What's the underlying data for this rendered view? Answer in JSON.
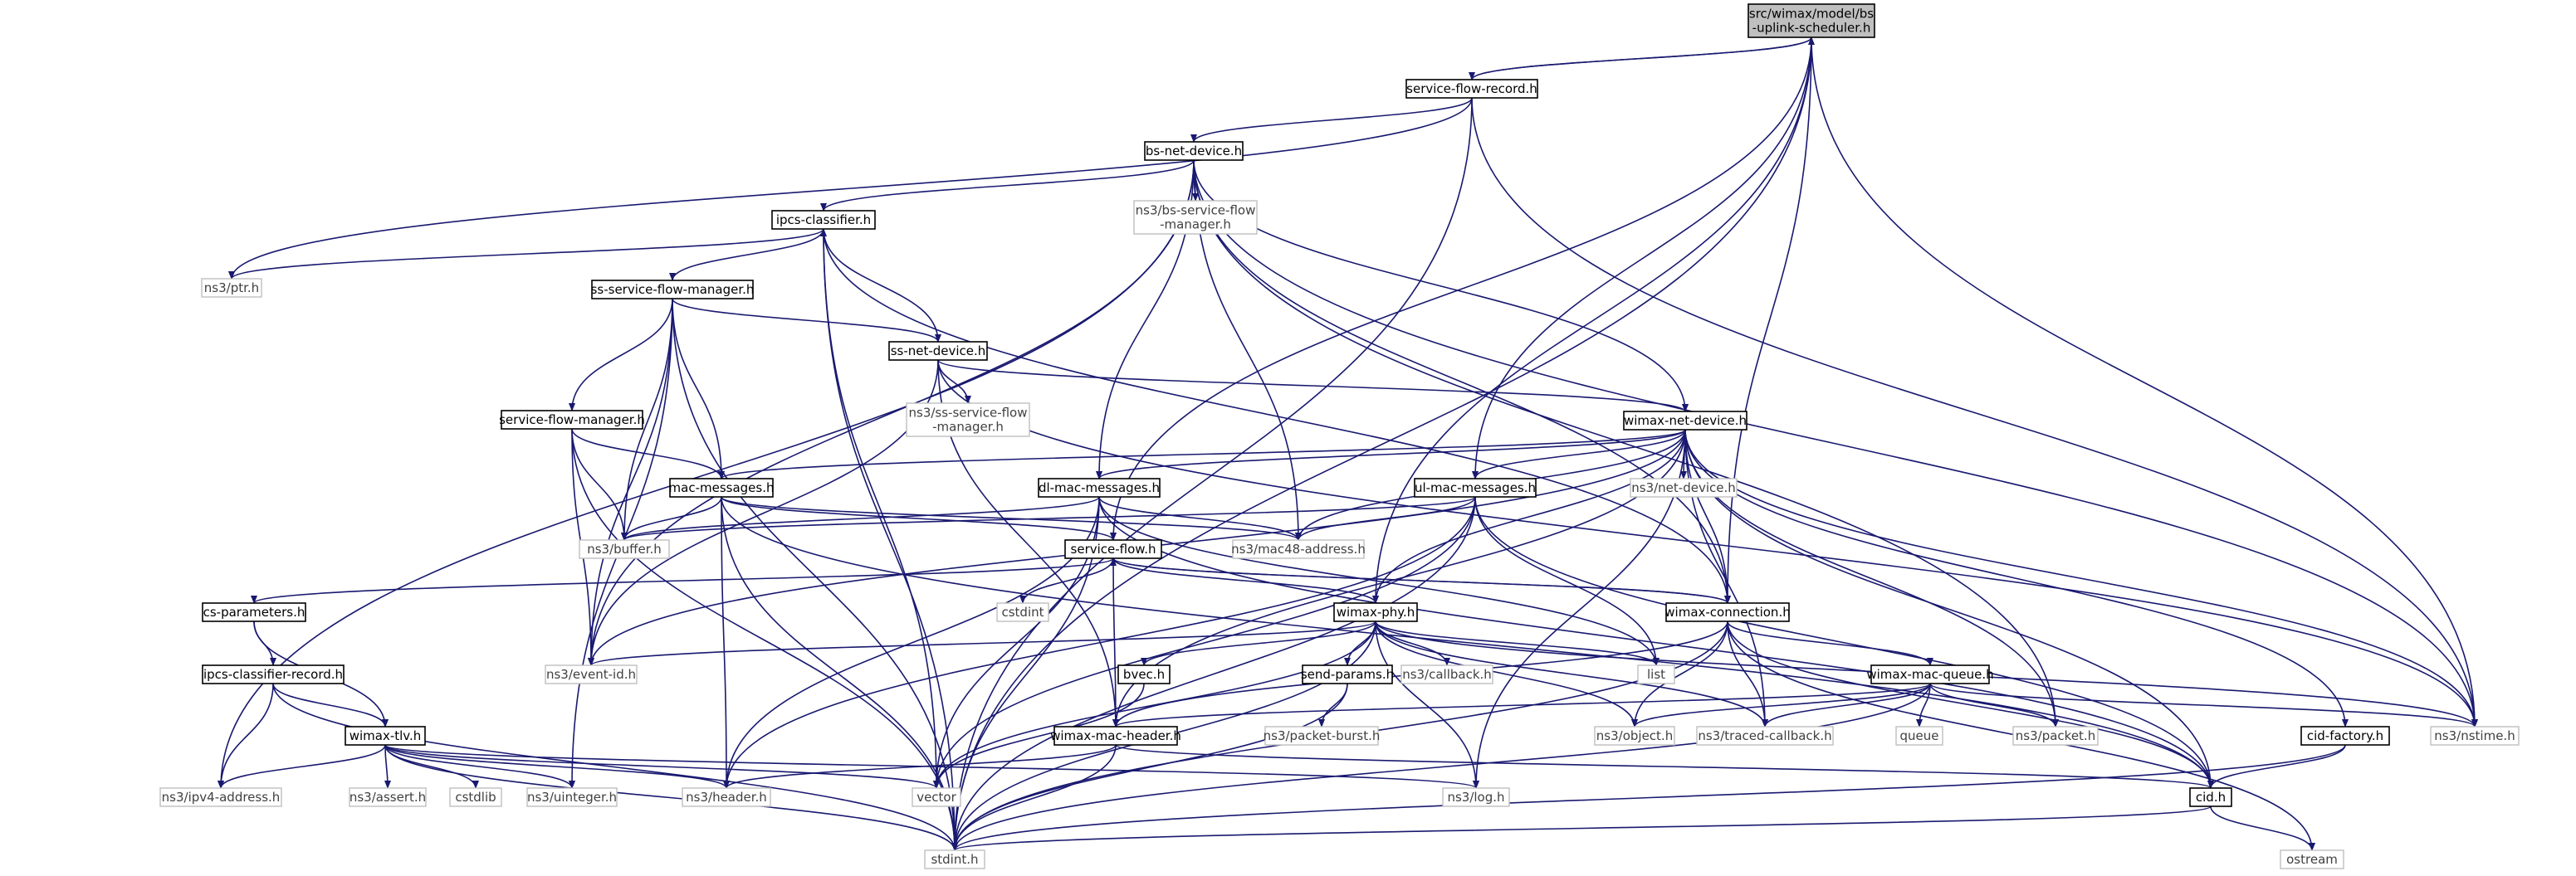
{
  "graph": {
    "nodes": [
      {
        "id": "root",
        "lines": [
          "src/wimax/model/bs",
          "-uplink-scheduler.h"
        ],
        "kind": "root"
      },
      {
        "id": "sfrec",
        "lines": [
          "service-flow-record.h"
        ],
        "kind": "internal"
      },
      {
        "id": "bsnet",
        "lines": [
          "bs-net-device.h"
        ],
        "kind": "internal"
      },
      {
        "id": "bssfm",
        "lines": [
          "ns3/bs-service-flow",
          "-manager.h"
        ],
        "kind": "external"
      },
      {
        "id": "ipcs",
        "lines": [
          "ipcs-classifier.h"
        ],
        "kind": "internal"
      },
      {
        "id": "ptr",
        "lines": [
          "ns3/ptr.h"
        ],
        "kind": "external"
      },
      {
        "id": "sssfm",
        "lines": [
          "ss-service-flow-manager.h"
        ],
        "kind": "internal"
      },
      {
        "id": "ssnet",
        "lines": [
          "ss-net-device.h"
        ],
        "kind": "internal"
      },
      {
        "id": "ns3sssfm",
        "lines": [
          "ns3/ss-service-flow",
          "-manager.h"
        ],
        "kind": "external"
      },
      {
        "id": "sfm",
        "lines": [
          "service-flow-manager.h"
        ],
        "kind": "internal"
      },
      {
        "id": "wnet",
        "lines": [
          "wimax-net-device.h"
        ],
        "kind": "internal"
      },
      {
        "id": "netdev",
        "lines": [
          "ns3/net-device.h"
        ],
        "kind": "external"
      },
      {
        "id": "macmsg",
        "lines": [
          "mac-messages.h"
        ],
        "kind": "internal"
      },
      {
        "id": "dlmac",
        "lines": [
          "dl-mac-messages.h"
        ],
        "kind": "internal"
      },
      {
        "id": "ulmac",
        "lines": [
          "ul-mac-messages.h"
        ],
        "kind": "internal"
      },
      {
        "id": "buffer",
        "lines": [
          "ns3/buffer.h"
        ],
        "kind": "external"
      },
      {
        "id": "mac48",
        "lines": [
          "ns3/mac48-address.h"
        ],
        "kind": "external"
      },
      {
        "id": "sflow",
        "lines": [
          "service-flow.h"
        ],
        "kind": "internal"
      },
      {
        "id": "csparam",
        "lines": [
          "cs-parameters.h"
        ],
        "kind": "internal"
      },
      {
        "id": "cstdint",
        "lines": [
          "cstdint"
        ],
        "kind": "external"
      },
      {
        "id": "wphy",
        "lines": [
          "wimax-phy.h"
        ],
        "kind": "internal"
      },
      {
        "id": "wconn",
        "lines": [
          "wimax-connection.h"
        ],
        "kind": "internal"
      },
      {
        "id": "ipcsrec",
        "lines": [
          "ipcs-classifier-record.h"
        ],
        "kind": "internal"
      },
      {
        "id": "eventid",
        "lines": [
          "ns3/event-id.h"
        ],
        "kind": "external"
      },
      {
        "id": "bvec",
        "lines": [
          "bvec.h"
        ],
        "kind": "internal"
      },
      {
        "id": "sendp",
        "lines": [
          "send-params.h"
        ],
        "kind": "internal"
      },
      {
        "id": "callback",
        "lines": [
          "ns3/callback.h"
        ],
        "kind": "external"
      },
      {
        "id": "list",
        "lines": [
          "list"
        ],
        "kind": "external"
      },
      {
        "id": "wmq",
        "lines": [
          "wimax-mac-queue.h"
        ],
        "kind": "internal"
      },
      {
        "id": "tlv",
        "lines": [
          "wimax-tlv.h"
        ],
        "kind": "internal"
      },
      {
        "id": "wmh",
        "lines": [
          "wimax-mac-header.h"
        ],
        "kind": "internal"
      },
      {
        "id": "pburst",
        "lines": [
          "ns3/packet-burst.h"
        ],
        "kind": "external"
      },
      {
        "id": "object",
        "lines": [
          "ns3/object.h"
        ],
        "kind": "external"
      },
      {
        "id": "traced",
        "lines": [
          "ns3/traced-callback.h"
        ],
        "kind": "external"
      },
      {
        "id": "queue",
        "lines": [
          "queue"
        ],
        "kind": "external"
      },
      {
        "id": "packet",
        "lines": [
          "ns3/packet.h"
        ],
        "kind": "external"
      },
      {
        "id": "cidfac",
        "lines": [
          "cid-factory.h"
        ],
        "kind": "internal"
      },
      {
        "id": "nstime",
        "lines": [
          "ns3/nstime.h"
        ],
        "kind": "external"
      },
      {
        "id": "ipv4",
        "lines": [
          "ns3/ipv4-address.h"
        ],
        "kind": "external"
      },
      {
        "id": "assert",
        "lines": [
          "ns3/assert.h"
        ],
        "kind": "external"
      },
      {
        "id": "cstdlib",
        "lines": [
          "cstdlib"
        ],
        "kind": "external"
      },
      {
        "id": "uinteger",
        "lines": [
          "ns3/uinteger.h"
        ],
        "kind": "external"
      },
      {
        "id": "header",
        "lines": [
          "ns3/header.h"
        ],
        "kind": "external"
      },
      {
        "id": "vector",
        "lines": [
          "vector"
        ],
        "kind": "external"
      },
      {
        "id": "log",
        "lines": [
          "ns3/log.h"
        ],
        "kind": "external"
      },
      {
        "id": "cid",
        "lines": [
          "cid.h"
        ],
        "kind": "internal"
      },
      {
        "id": "stdint",
        "lines": [
          "stdint.h"
        ],
        "kind": "external"
      },
      {
        "id": "ostream",
        "lines": [
          "ostream"
        ],
        "kind": "external"
      }
    ],
    "edges": [
      [
        "root",
        "sfrec"
      ],
      [
        "root",
        "sflow"
      ],
      [
        "root",
        "ulmac"
      ],
      [
        "root",
        "wphy"
      ],
      [
        "root",
        "wconn"
      ],
      [
        "root",
        "nstime"
      ],
      [
        "root",
        "stdint"
      ],
      [
        "sfrec",
        "root"
      ],
      [
        "sfrec",
        "bsnet"
      ],
      [
        "sfrec",
        "ptr"
      ],
      [
        "sfrec",
        "stdint"
      ],
      [
        "sfrec",
        "nstime"
      ],
      [
        "bsnet",
        "bssfm"
      ],
      [
        "bsnet",
        "ipcs"
      ],
      [
        "bsnet",
        "dlmac"
      ],
      [
        "bsnet",
        "mac48"
      ],
      [
        "bsnet",
        "wnet"
      ],
      [
        "bsnet",
        "wconn"
      ],
      [
        "bsnet",
        "packet"
      ],
      [
        "bsnet",
        "nstime"
      ],
      [
        "bsnet",
        "ipv4"
      ],
      [
        "bsnet",
        "eventid"
      ],
      [
        "ipcs",
        "ptr"
      ],
      [
        "ipcs",
        "sssfm"
      ],
      [
        "ipcs",
        "wconn"
      ],
      [
        "ipcs",
        "vector"
      ],
      [
        "ipcs",
        "stdint"
      ],
      [
        "sssfm",
        "sfm"
      ],
      [
        "sssfm",
        "macmsg"
      ],
      [
        "sssfm",
        "buffer"
      ],
      [
        "sssfm",
        "eventid"
      ],
      [
        "sssfm",
        "ssnet"
      ],
      [
        "sssfm",
        "uinteger"
      ],
      [
        "sssfm",
        "stdint"
      ],
      [
        "ssnet",
        "ipcs"
      ],
      [
        "ssnet",
        "ns3sssfm"
      ],
      [
        "ssnet",
        "wnet"
      ],
      [
        "ssnet",
        "eventid"
      ],
      [
        "ssnet",
        "wmh"
      ],
      [
        "ssnet",
        "nstime"
      ],
      [
        "sfm",
        "macmsg"
      ],
      [
        "sfm",
        "buffer"
      ],
      [
        "sfm",
        "eventid"
      ],
      [
        "sfm",
        "stdint"
      ],
      [
        "wnet",
        "macmsg"
      ],
      [
        "wnet",
        "dlmac"
      ],
      [
        "wnet",
        "ulmac"
      ],
      [
        "wnet",
        "netdev"
      ],
      [
        "wnet",
        "mac48"
      ],
      [
        "wnet",
        "wphy"
      ],
      [
        "wnet",
        "wconn"
      ],
      [
        "wnet",
        "cidfac"
      ],
      [
        "wnet",
        "traced"
      ],
      [
        "wnet",
        "nstime"
      ],
      [
        "wnet",
        "cid"
      ],
      [
        "wnet",
        "log"
      ],
      [
        "wnet",
        "packet"
      ],
      [
        "wnet",
        "eventid"
      ],
      [
        "wnet",
        "wmh"
      ],
      [
        "macmsg",
        "buffer"
      ],
      [
        "macmsg",
        "mac48"
      ],
      [
        "macmsg",
        "sflow"
      ],
      [
        "macmsg",
        "cid"
      ],
      [
        "macmsg",
        "header"
      ],
      [
        "macmsg",
        "stdint"
      ],
      [
        "dlmac",
        "buffer"
      ],
      [
        "dlmac",
        "mac48"
      ],
      [
        "dlmac",
        "header"
      ],
      [
        "dlmac",
        "vector"
      ],
      [
        "dlmac",
        "stdint"
      ],
      [
        "dlmac",
        "cid"
      ],
      [
        "dlmac",
        "list"
      ],
      [
        "ulmac",
        "buffer"
      ],
      [
        "ulmac",
        "mac48"
      ],
      [
        "ulmac",
        "list"
      ],
      [
        "ulmac",
        "vector"
      ],
      [
        "ulmac",
        "header"
      ],
      [
        "ulmac",
        "stdint"
      ],
      [
        "ulmac",
        "cid"
      ],
      [
        "sflow",
        "csparam"
      ],
      [
        "sflow",
        "cstdint"
      ],
      [
        "sflow",
        "wphy"
      ],
      [
        "sflow",
        "wconn"
      ],
      [
        "sflow",
        "wmh"
      ],
      [
        "wconn",
        "sflow"
      ],
      [
        "wconn",
        "wmq"
      ],
      [
        "wconn",
        "object"
      ],
      [
        "wconn",
        "traced"
      ],
      [
        "wconn",
        "cid"
      ],
      [
        "wconn",
        "stdint"
      ],
      [
        "wconn",
        "ostream"
      ],
      [
        "wconn",
        "wmh"
      ],
      [
        "wphy",
        "eventid"
      ],
      [
        "wphy",
        "bvec"
      ],
      [
        "wphy",
        "sendp"
      ],
      [
        "wphy",
        "callback"
      ],
      [
        "wphy",
        "list"
      ],
      [
        "wphy",
        "object"
      ],
      [
        "wphy",
        "traced"
      ],
      [
        "wphy",
        "log"
      ],
      [
        "wphy",
        "nstime"
      ],
      [
        "wphy",
        "stdint"
      ],
      [
        "wphy",
        "vector"
      ],
      [
        "csparam",
        "ipcsrec"
      ],
      [
        "csparam",
        "tlv"
      ],
      [
        "ipcsrec",
        "tlv"
      ],
      [
        "ipcsrec",
        "ipv4"
      ],
      [
        "ipcsrec",
        "stdint"
      ],
      [
        "tlv",
        "ipv4"
      ],
      [
        "tlv",
        "assert"
      ],
      [
        "tlv",
        "cstdlib"
      ],
      [
        "tlv",
        "uinteger"
      ],
      [
        "tlv",
        "header"
      ],
      [
        "tlv",
        "vector"
      ],
      [
        "tlv",
        "log"
      ],
      [
        "tlv",
        "stdint"
      ],
      [
        "bvec",
        "vector"
      ],
      [
        "sendp",
        "pburst"
      ],
      [
        "sendp",
        "stdint"
      ],
      [
        "wmq",
        "wmh"
      ],
      [
        "wmq",
        "object"
      ],
      [
        "wmq",
        "traced"
      ],
      [
        "wmq",
        "queue"
      ],
      [
        "wmq",
        "packet"
      ],
      [
        "wmq",
        "nstime"
      ],
      [
        "wmq",
        "stdint"
      ],
      [
        "wmh",
        "header"
      ],
      [
        "wmh",
        "cid"
      ],
      [
        "wmh",
        "stdint"
      ],
      [
        "cidfac",
        "cid"
      ],
      [
        "cidfac",
        "stdint"
      ],
      [
        "cid",
        "stdint"
      ],
      [
        "cid",
        "ostream"
      ]
    ]
  }
}
